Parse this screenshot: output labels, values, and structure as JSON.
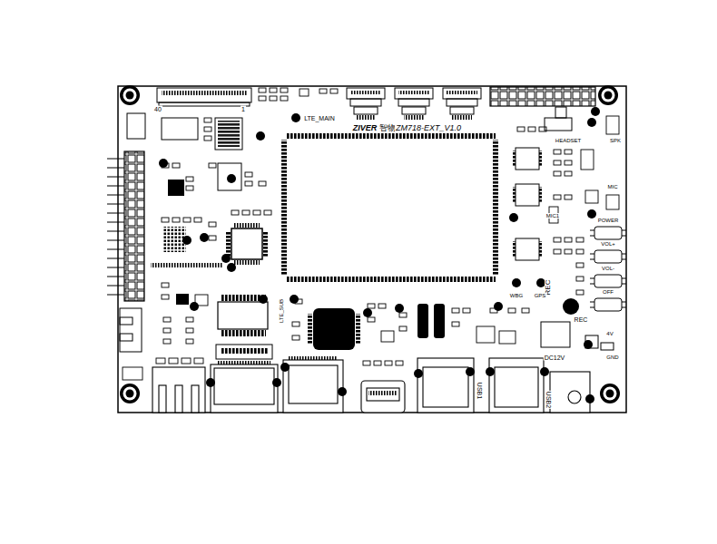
{
  "diagram": {
    "labels": [
      "40",
      "1",
      "LTE_MAIN",
      "ZIVER",
      "智物",
      "ZM718-EXT_V1.0",
      "HEADSET",
      "SPK",
      "MIC",
      "MIC1",
      "POWER",
      "VOL+",
      "VOL-",
      "OFF",
      "REC",
      "WBG",
      "GPS",
      "LTE_SUB",
      "REC",
      "4V",
      "DC12V",
      "GND",
      "USB1",
      "USB2"
    ]
  }
}
